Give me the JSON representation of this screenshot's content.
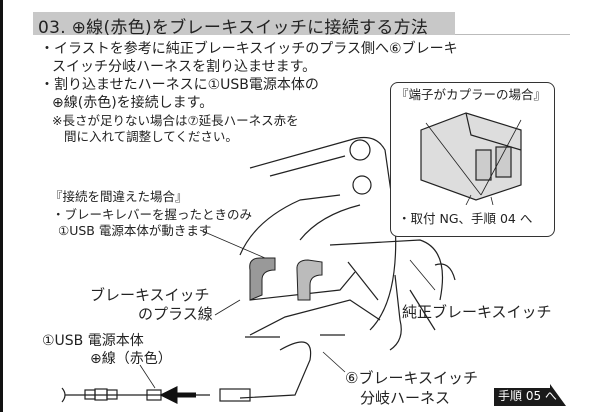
{
  "title": "03. ⊕線(赤色)をブレーキスイッチに接続する方法",
  "instructions": [
    {
      "line1": "・イラストを参考に純正ブレーキスイッチのプラス側へ⑥ブレーキ",
      "line2": "スイッチ分岐ハーネスを割り込ませます。"
    },
    {
      "line1": "・割り込ませたハーネスに①USB電源本体の",
      "line2": "⊕線(赤色)を接続します。"
    }
  ],
  "note": {
    "line1": "※長さが足りない場合は⑦延長ハーネス赤を",
    "line2": "間に入れて調整してください。"
  },
  "coupler_box": {
    "heading": "『端子がカプラーの場合』",
    "result": "・取付 NG、手順 04 へ"
  },
  "wrong_connection": {
    "heading": "『接続を間違えた場合』",
    "line1": "・ブレーキレバーを握ったときのみ",
    "line2": "①USB 電源本体が動きます"
  },
  "labels": {
    "plus_wire_1": "ブレーキスイッチ",
    "plus_wire_2": "のプラス線",
    "oem_switch": "純正ブレーキスイッチ",
    "usb_unit_1": "①USB 電源本体",
    "usb_unit_2": "⊕線（赤色）",
    "harness_1": "⑥ブレーキスイッチ",
    "harness_2": "分岐ハーネス"
  },
  "next_step": "手順 05 へ"
}
